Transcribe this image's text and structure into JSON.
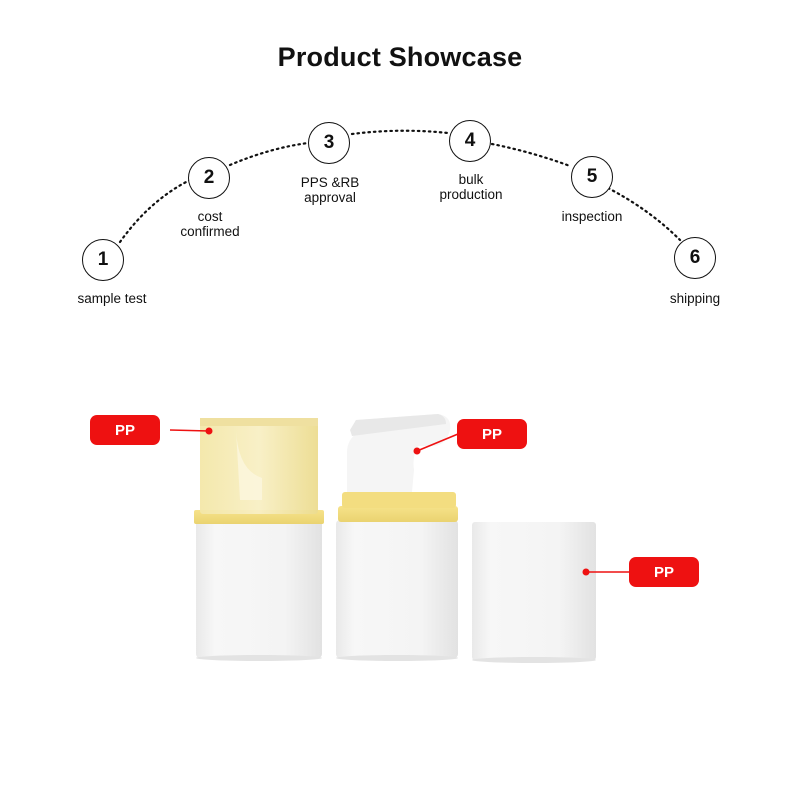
{
  "title": "Product Showcase",
  "steps": [
    {
      "number": "1",
      "label": "sample test"
    },
    {
      "number": "2",
      "label": "cost\nconfirmed"
    },
    {
      "number": "3",
      "label": "PPS &RB\napproval"
    },
    {
      "number": "4",
      "label": "bulk\nproduction"
    },
    {
      "number": "5",
      "label": "inspection"
    },
    {
      "number": "6",
      "label": "shipping"
    }
  ],
  "badges": {
    "cap": "PP",
    "pump": "PP",
    "bottle": "PP"
  },
  "colors": {
    "badge": "#ee1111",
    "cap_yellow": "#f4e08a",
    "bottle_white": "#f3f3f3"
  }
}
